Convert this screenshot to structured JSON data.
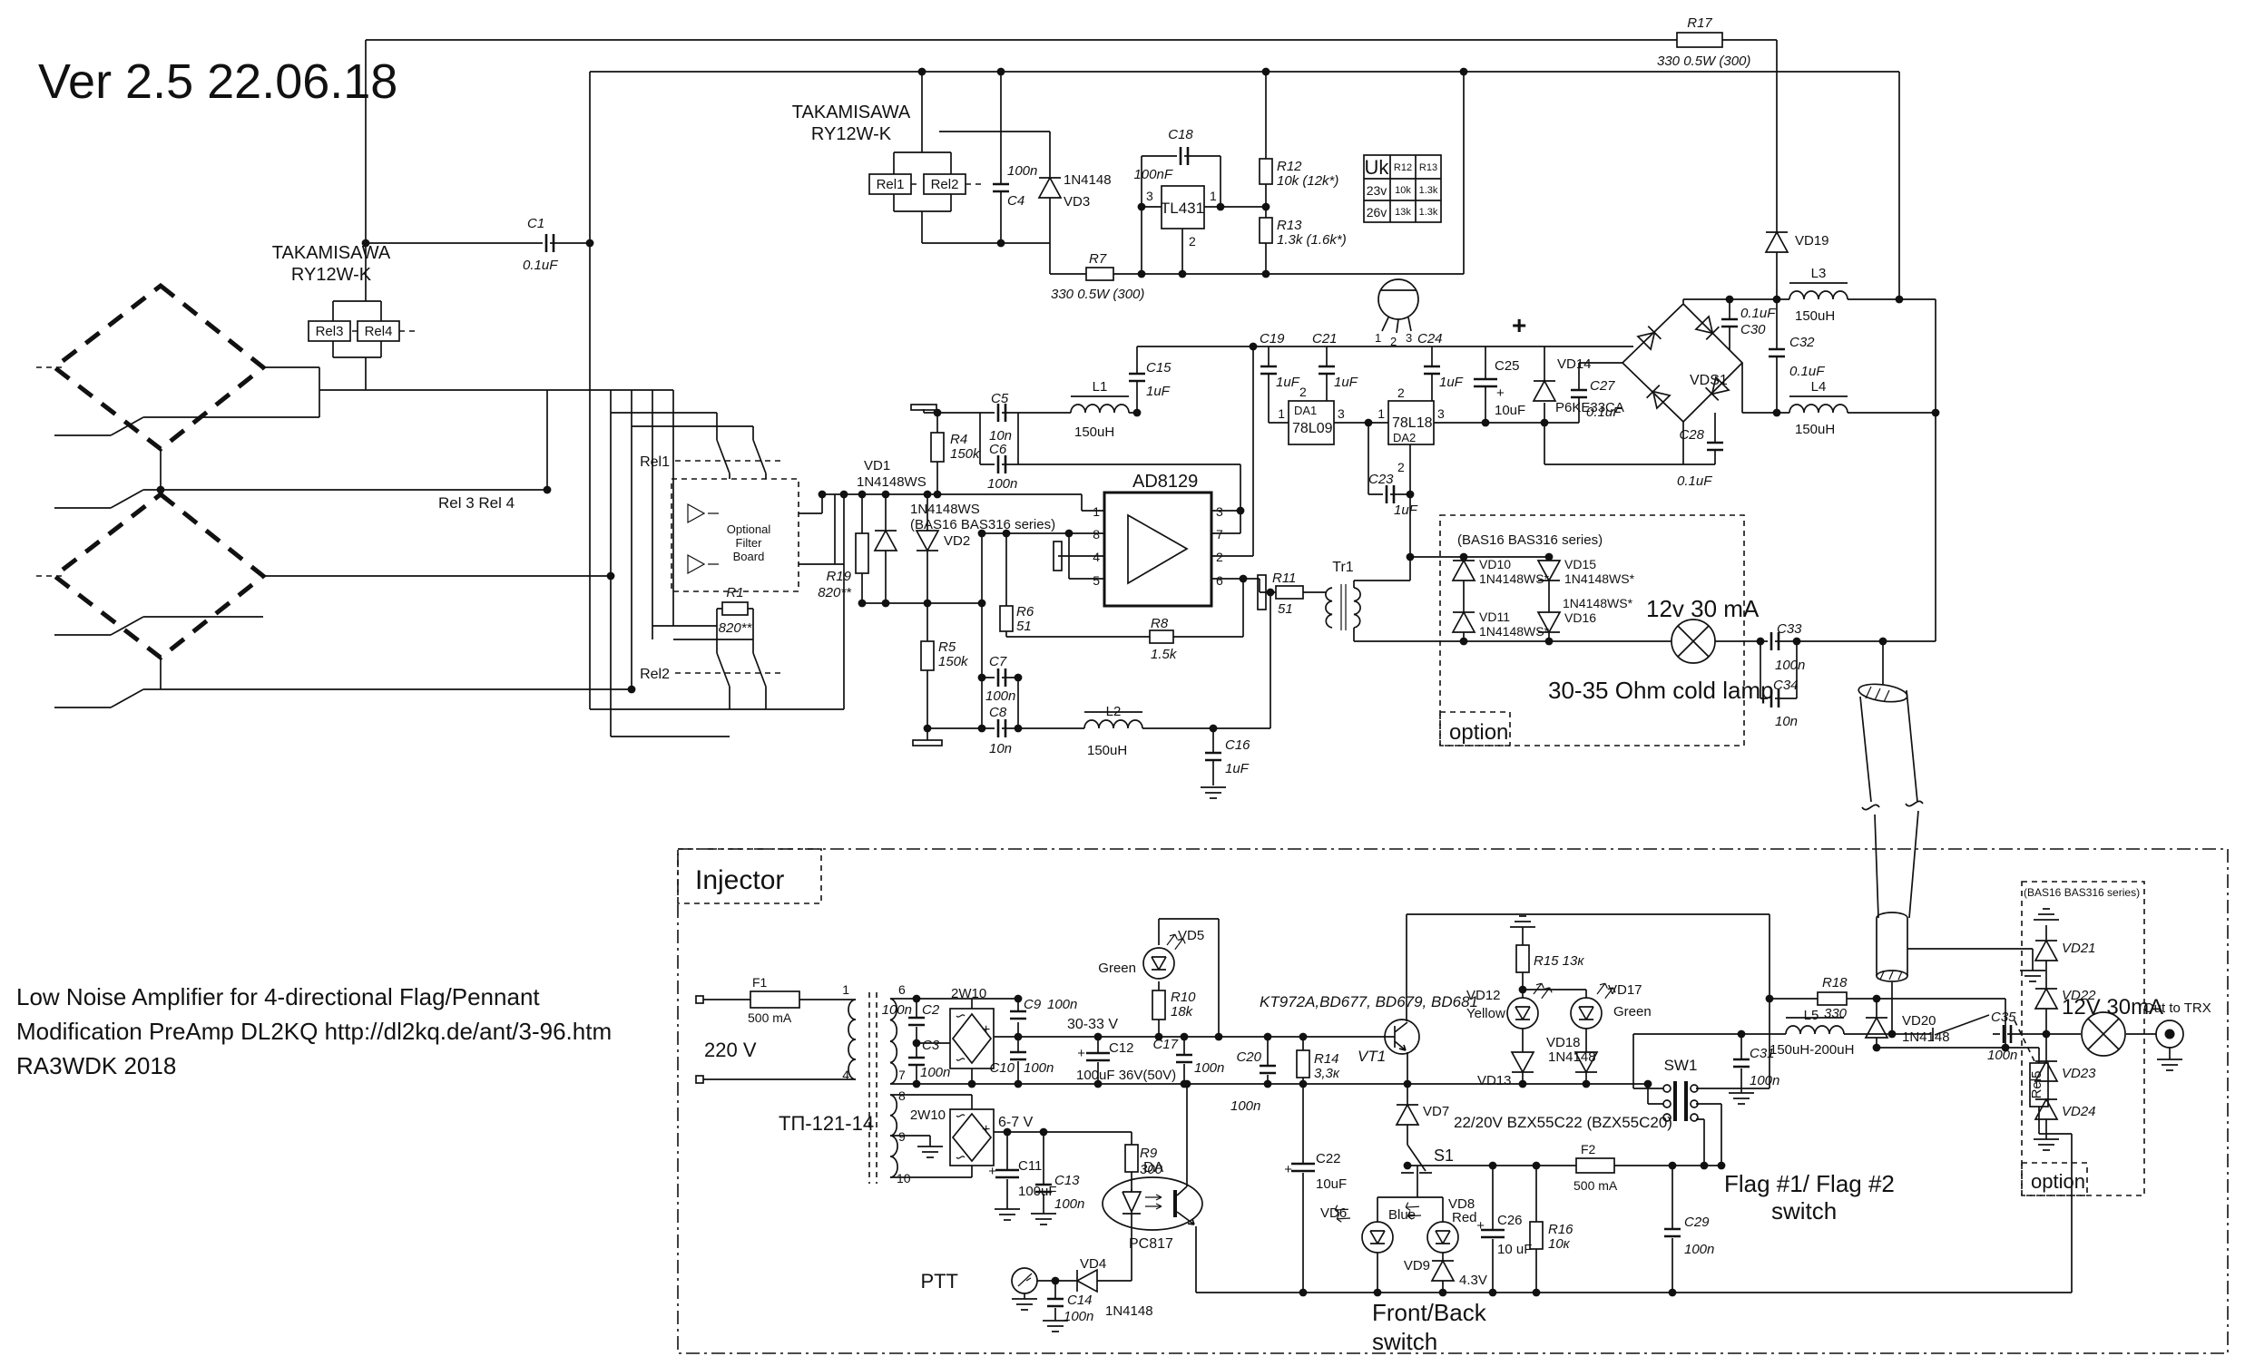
{
  "g": {
    "ver": "Ver 2.5 22.06.18",
    "takamisawa": "TAKAMISAWA",
    "ry12wk": "RY12W-K",
    "rel1": "Rel1",
    "rel2": "Rel2",
    "rel3": "Rel3",
    "rel4": "Rel4",
    "rel5": "Rel5",
    "rel34": "Rel 3 Rel 4",
    "optional1": "Optional",
    "optional2": "Filter",
    "optional3": "Board",
    "bas16": "(BAS16 BAS316 series)",
    "n4148ws": "1N4148WS",
    "option": "option",
    "lamp1a": "12v 30 mA",
    "lamp1b": "30-35 Ohm cold lamp",
    "lamp2": "12V 30mA",
    "outtrx": "Out to TRX",
    "injector": "Injector",
    "v220": "220 V",
    "v3033": "30-33 V",
    "v67": "6-7 V",
    "tp": "ТП-121-14",
    "w2": "2W10",
    "kt": "KT972A,BD677, BD679, BD681",
    "bzx": "22/20V BZX55C22 (BZX55C20)",
    "flag1": "Flag #1/ Flag #2",
    "flag2": "switch",
    "fb1": "Front/Back",
    "fb2": "switch",
    "ptt": "PTT",
    "green": "Green",
    "yellow": "Yellow",
    "blue": "Blue",
    "red": "Red",
    "s1": "S1",
    "sw1": "SW1",
    "tr1": "Tr1",
    "vt1": "VT1",
    "da": "DA",
    "pc817": "PC817",
    "tl431": "TL431",
    "ad8129": "AD8129",
    "da1": "DA1",
    "l7809": "78L09",
    "da2": "DA2",
    "l7818": "78L18",
    "vds1": "VDS1",
    "plus": "+",
    "f1": "F1",
    "f2": "F2",
    "ma500": "500 mA",
    "footer1": "Low Noise Amplifier for 4-directional Flag/Pennant",
    "footer2": "Modification PreAmp  DL2KQ http://dl2kq.de/ant/3-96.htm",
    "footer3": "RA3WDK 2018"
  },
  "tbl": {
    "uk": "Uk",
    "r12": "R12",
    "r13": "R13",
    "rows": [
      [
        "23v",
        "10k",
        "1.3k"
      ],
      [
        "26v",
        "13k",
        "1.3k"
      ]
    ]
  },
  "pin": {
    "p1": "1",
    "p2": "2",
    "p3": "3",
    "p4": "4",
    "p5": "5",
    "p6": "6",
    "p7": "7",
    "p8": "8",
    "p9": "9",
    "p10": "10"
  },
  "c": {
    "c1": [
      "C1",
      "0.1uF"
    ],
    "c2": [
      "C2",
      "100n"
    ],
    "c3": [
      "C3",
      "100n"
    ],
    "c4": [
      "C4",
      "100n"
    ],
    "c5": [
      "C5",
      "10n"
    ],
    "c6": [
      "C6",
      "100n"
    ],
    "c7": [
      "C7",
      "100n"
    ],
    "c8": [
      "C8",
      "10n"
    ],
    "c9": [
      "C9",
      "100n"
    ],
    "c10": [
      "C10",
      "100n"
    ],
    "c11": [
      "C11",
      "100uF"
    ],
    "c12": [
      "C12",
      "100uF 36V(50V)"
    ],
    "c13": [
      "C13",
      "100n"
    ],
    "c14": [
      "C14",
      "100n"
    ],
    "c15": [
      "C15",
      "1uF"
    ],
    "c16": [
      "C16",
      "1uF"
    ],
    "c17": [
      "C17",
      "100n"
    ],
    "c18": [
      "C18",
      "100nF"
    ],
    "c19": [
      "C19",
      "1uF"
    ],
    "c20": [
      "C20",
      "100n"
    ],
    "c21": [
      "C21",
      "1uF"
    ],
    "c22": [
      "C22",
      "10uF"
    ],
    "c23": [
      "C23",
      "1uF"
    ],
    "c24": [
      "C24",
      "1uF"
    ],
    "c25": [
      "C25",
      "10uF"
    ],
    "c26": [
      "C26",
      "10 uF"
    ],
    "c27": [
      "C27",
      "0.1uF"
    ],
    "c28": [
      "C28",
      "0.1uF"
    ],
    "c29": [
      "C29",
      "100n"
    ],
    "c30": [
      "C30",
      "0.1uF"
    ],
    "c31": [
      "C31",
      "100n"
    ],
    "c32": [
      "C32",
      "0.1uF"
    ],
    "c33": [
      "C33",
      "100n"
    ],
    "c34": [
      "C34",
      "10n"
    ],
    "c35": [
      "C35",
      "100n"
    ]
  },
  "r": {
    "r1": [
      "R1",
      "820**"
    ],
    "r4": [
      "R4",
      "150k"
    ],
    "r5": [
      "R5",
      "150k"
    ],
    "r6": [
      "R6",
      "51"
    ],
    "r7": [
      "R7",
      "330  0.5W (300)"
    ],
    "r8": [
      "R8",
      "1.5k"
    ],
    "r9": [
      "R9",
      "300"
    ],
    "r10": [
      "R10",
      "18k"
    ],
    "r11": [
      "R11",
      "51"
    ],
    "r12": [
      "R12",
      "10k (12k*)"
    ],
    "r13": [
      "R13",
      "1.3k (1.6k*)"
    ],
    "r14": [
      "R14",
      "3,3к"
    ],
    "r15": [
      "R15 13к"
    ],
    "r16": [
      "R16",
      "10к"
    ],
    "r17": [
      "R17",
      "330  0.5W (300)"
    ],
    "r18": [
      "R18",
      "330"
    ],
    "r19": [
      "R19",
      "820**"
    ]
  },
  "l": {
    "l1": [
      "L1",
      "150uH"
    ],
    "l2": [
      "L2",
      "150uH"
    ],
    "l3": [
      "L3",
      "150uH"
    ],
    "l4": [
      "L4",
      "150uH"
    ],
    "l5": [
      "L5",
      "150uH-200uH"
    ]
  },
  "d": {
    "vd1": [
      "VD1",
      "1N4148WS"
    ],
    "vd2": [
      "VD2"
    ],
    "vd3": [
      "VD3",
      "1N4148"
    ],
    "vd4": [
      "VD4",
      "1N4148"
    ],
    "vd5": [
      "VD5"
    ],
    "vd6": [
      "VD6"
    ],
    "vd7": [
      "VD7"
    ],
    "vd8": [
      "VD8"
    ],
    "vd9": [
      "VD9",
      "4.3V"
    ],
    "vd10": [
      "VD10",
      "1N4148WS*"
    ],
    "vd11": [
      "VD11",
      "1N4148WS*"
    ],
    "vd12": [
      "VD12"
    ],
    "vd13": [
      "VD13"
    ],
    "vd14": [
      "VD14",
      "P6KE33CA"
    ],
    "vd15": [
      "VD15",
      "1N4148WS*"
    ],
    "vd16": [
      "VD16",
      "1N4148WS*"
    ],
    "vd17": [
      "VD17"
    ],
    "vd18": [
      "VD18",
      "1N4148"
    ],
    "vd19": [
      "VD19"
    ],
    "vd20": [
      "VD20",
      "1N4148"
    ],
    "vd21": [
      "VD21"
    ],
    "vd22": [
      "VD22"
    ],
    "vd23": [
      "VD23"
    ],
    "vd24": [
      "VD24"
    ]
  }
}
